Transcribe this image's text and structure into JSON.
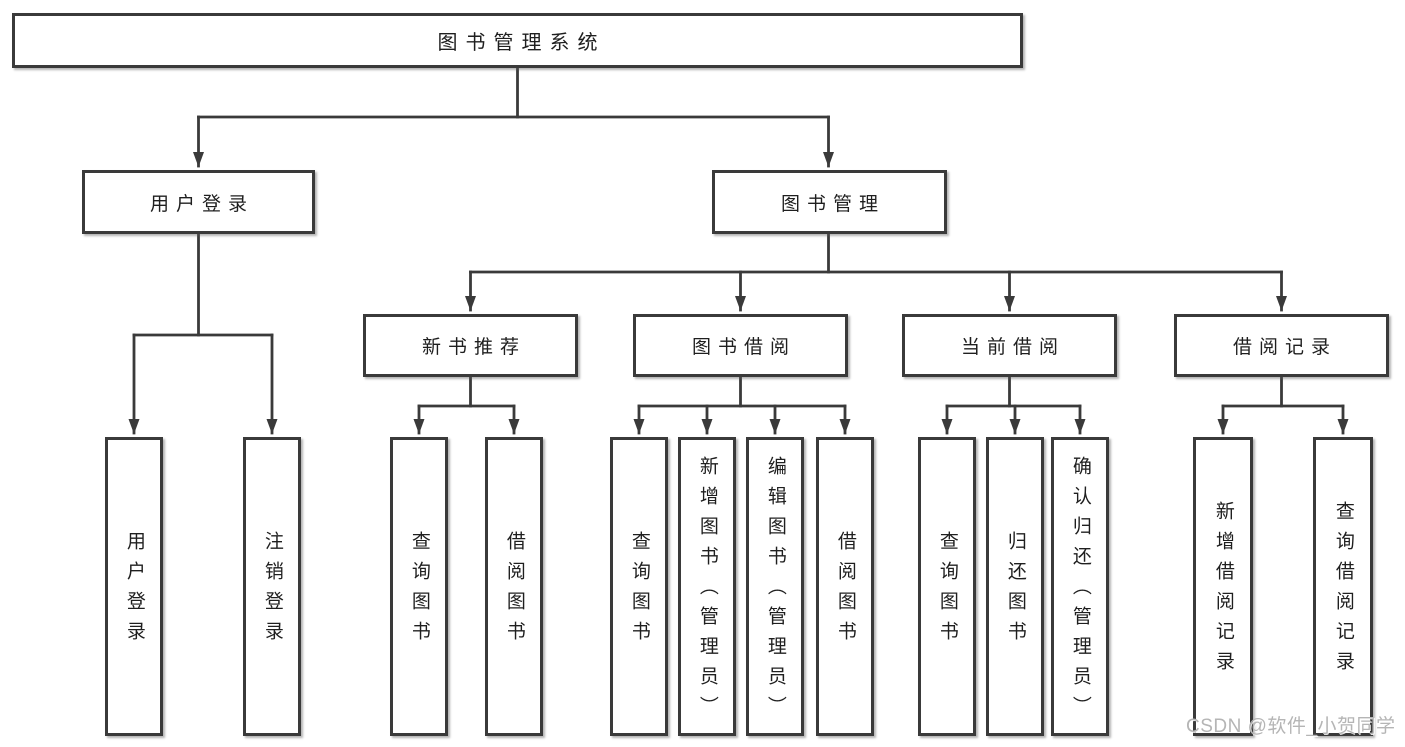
{
  "diagram": {
    "root": {
      "label": "图书管理系统"
    },
    "branches": [
      {
        "label": "用户登录",
        "leaves": [
          {
            "label": "用户登录"
          },
          {
            "label": "注销登录"
          }
        ]
      },
      {
        "label": "图书管理",
        "groups": [
          {
            "label": "新书推荐",
            "leaves": [
              {
                "label": "查询图书"
              },
              {
                "label": "借阅图书"
              }
            ]
          },
          {
            "label": "图书借阅",
            "leaves": [
              {
                "label": "查询图书"
              },
              {
                "label": "新增图书（管理员）"
              },
              {
                "label": "编辑图书（管理员）"
              },
              {
                "label": "借阅图书"
              }
            ]
          },
          {
            "label": "当前借阅",
            "leaves": [
              {
                "label": "查询图书"
              },
              {
                "label": "归还图书"
              },
              {
                "label": "确认归还（管理员）"
              }
            ]
          },
          {
            "label": "借阅记录",
            "leaves": [
              {
                "label": "新增借阅记录"
              },
              {
                "label": "查询借阅记录"
              }
            ]
          }
        ]
      }
    ]
  },
  "watermark": {
    "text": "CSDN @软件_小贺同学"
  },
  "colors": {
    "stroke": "#3a3a3a",
    "box_background": "#ffffff",
    "text": "#1f1f1f",
    "watermark_text": "#b5b5b5",
    "page_background": "#ffffff"
  }
}
